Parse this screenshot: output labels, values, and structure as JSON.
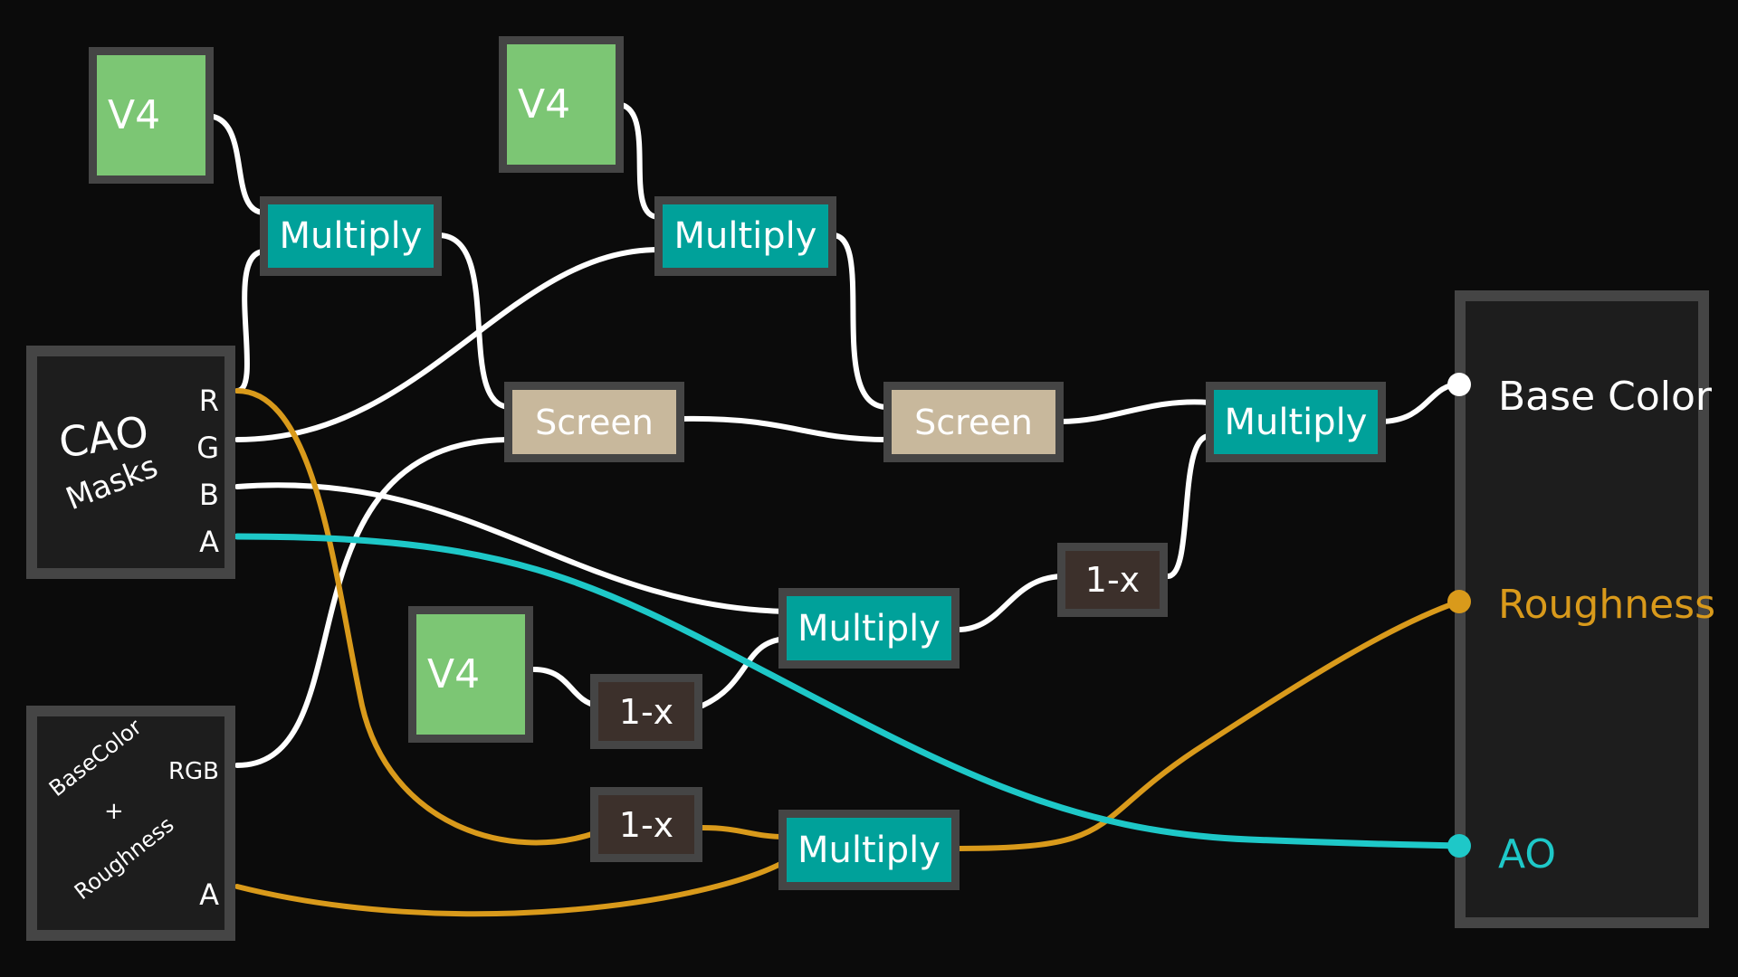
{
  "nodes": {
    "v4_1": "V4",
    "v4_2": "V4",
    "v4_3": "V4",
    "multiply_1": "Multiply",
    "multiply_2": "Multiply",
    "multiply_3": "Multiply",
    "multiply_4": "Multiply",
    "multiply_5": "Multiply",
    "screen_1": "Screen",
    "screen_2": "Screen",
    "one_minus_1": "1-x",
    "one_minus_2": "1-x",
    "one_minus_3": "1-x"
  },
  "cao_block": {
    "title_line1": "CAO",
    "title_line2": "Masks",
    "ports": [
      "R",
      "G",
      "B",
      "A"
    ]
  },
  "basecolor_block": {
    "title_line1": "BaseColor",
    "title_line2": "+",
    "title_line3": "Roughness",
    "ports": [
      "RGB",
      "A"
    ]
  },
  "output_block": {
    "inputs": [
      "Base Color",
      "Roughness",
      "AO"
    ]
  },
  "colors": {
    "background": "#0b0b0b",
    "node_frame": "#454545",
    "v4": "#7cc674",
    "multiply": "#00a19a",
    "screen": "#c8b89c",
    "one_minus": "#3c302b",
    "wire_white": "#ffffff",
    "wire_orange": "#d99a1b",
    "wire_cyan": "#1ec8c8"
  }
}
